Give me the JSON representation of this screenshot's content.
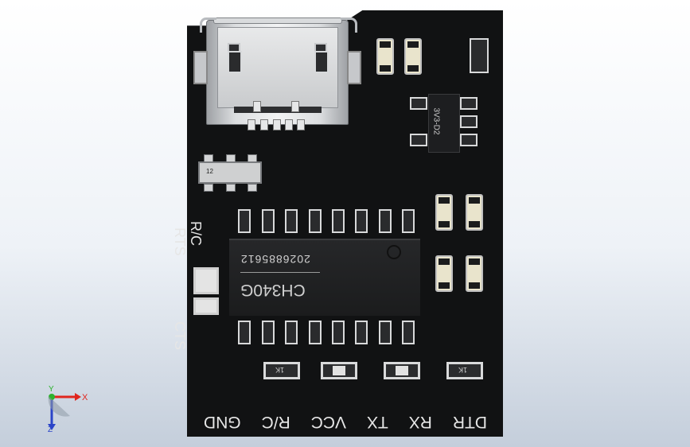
{
  "window_title": "",
  "board": {
    "ic_name": "CH340G",
    "ic_code": "2026885612",
    "bottom_labels": [
      "DTR",
      "RX",
      "TX",
      "VCC",
      "R/C",
      "GND"
    ],
    "left_top_label_1": "R/C",
    "left_top_label_2": "RTS",
    "left_bottom_label": "CTS",
    "crystal_mark": "12",
    "small_marks": [
      "1K",
      "1K"
    ],
    "regulator_mark": "3V3-D2"
  },
  "axis": {
    "x_label": "X",
    "y_label": "Y",
    "z_label": "Z"
  },
  "colors": {
    "board": "#111213",
    "background_top": "#ffffff",
    "background_bottom": "#c4cedb",
    "silkscreen": "#e6e6e6",
    "axis_x": "#e0261e",
    "axis_y": "#2db22d",
    "axis_z": "#2a44c8"
  }
}
